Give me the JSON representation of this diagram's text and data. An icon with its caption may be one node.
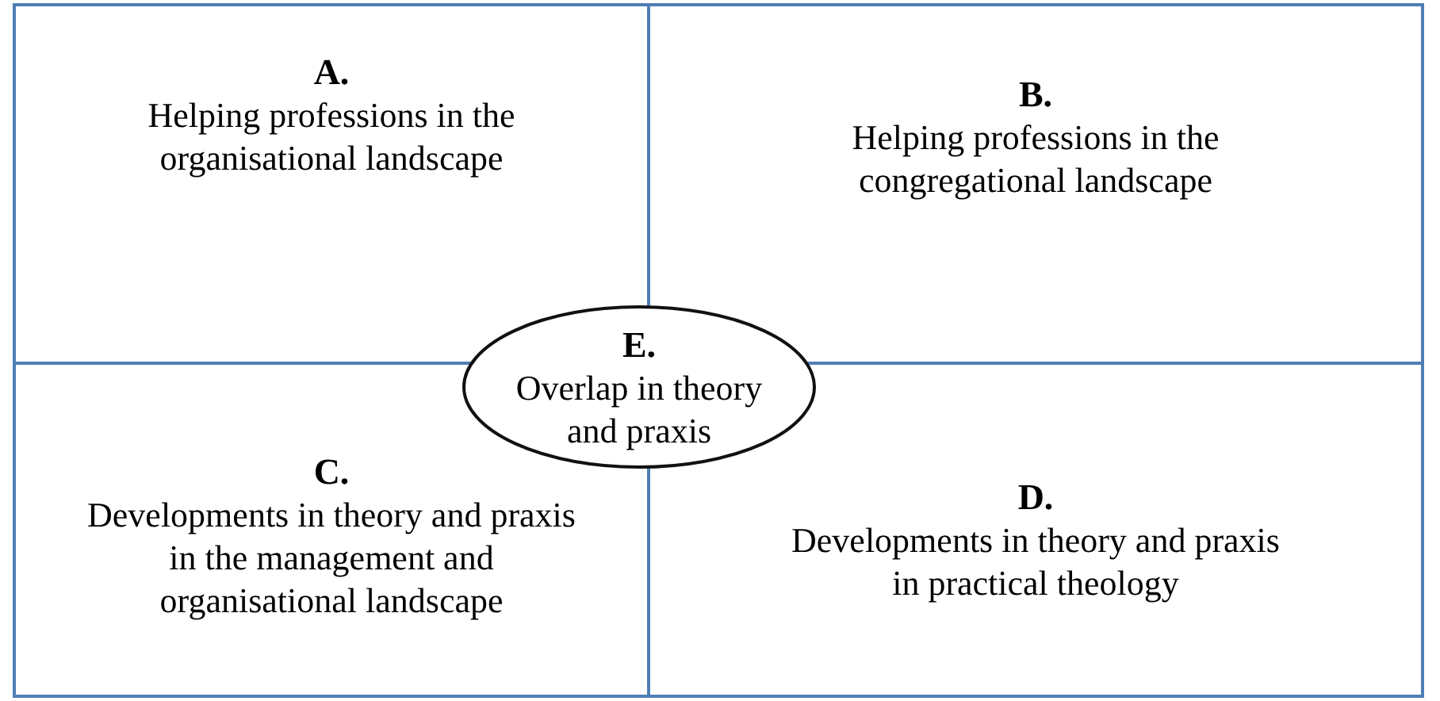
{
  "diagram": {
    "nodes": [
      {
        "text": [
          "A.",
          "Helping professions in the organisational landscape"
        ]
      },
      {
        "text": [
          "B.",
          "Helping professions in the congregational landscape"
        ]
      },
      {
        "text": [
          "C.",
          "Developments in theory and praxis in the management and organisational landscape"
        ]
      },
      {
        "text": [
          "D.",
          "Developments in theory and praxis in practical theology"
        ]
      },
      {
        "text": [
          "E.",
          "Overlap in theory and praxis"
        ]
      }
    ]
  }
}
